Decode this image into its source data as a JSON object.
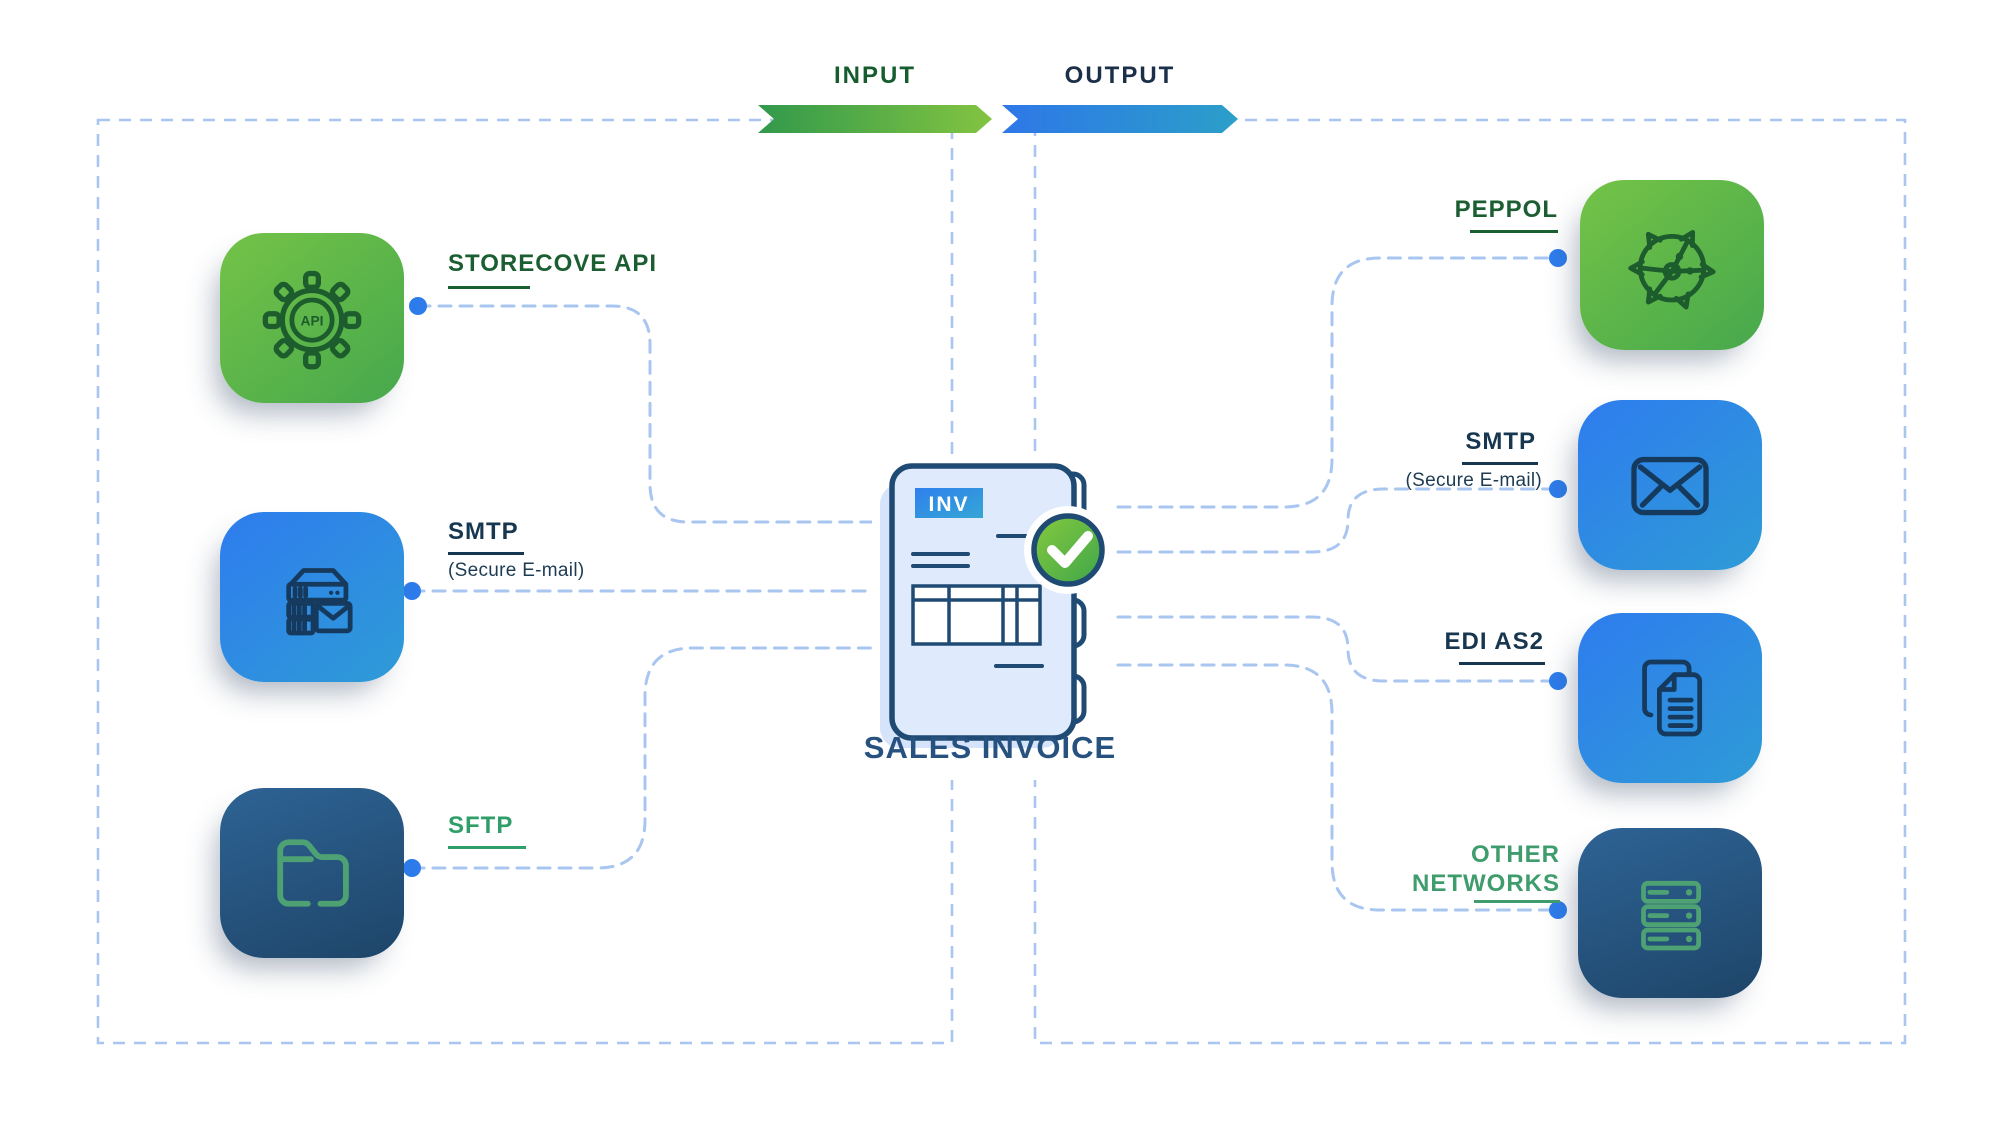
{
  "flow_banner": {
    "input_label": "INPUT",
    "output_label": "OUTPUT"
  },
  "center": {
    "badge_label": "INV",
    "title": "SALES INVOICE"
  },
  "input_channels": [
    {
      "label": "STORECOVE API",
      "icon": "api-gear-icon"
    },
    {
      "label": "SMTP",
      "sublabel": "(Secure E-mail)",
      "icon": "mail-server-icon"
    },
    {
      "label": "SFTP",
      "icon": "folder-icon"
    }
  ],
  "output_channels": [
    {
      "label": "PEPPOL",
      "icon": "network-globe-icon"
    },
    {
      "label": "SMTP",
      "sublabel": "(Secure E-mail)",
      "icon": "envelope-icon"
    },
    {
      "label": "EDI AS2",
      "icon": "documents-icon"
    },
    {
      "label": "OTHER NETWORKS",
      "icon": "server-stack-icon"
    }
  ],
  "colors": {
    "label_green_dark": "#1b5e31",
    "label_navy": "#16374f",
    "label_green_bright": "#2f9e68",
    "title_blue": "#27517f",
    "dashed_line": "#a8c6f0",
    "dot_blue": "#2e7ceb",
    "arrow_green_start": "#31994c",
    "arrow_green_end": "#83c441",
    "arrow_blue_start": "#2e77e8",
    "arrow_blue_end": "#2b9fc9",
    "tile_green_start": "#74c347",
    "tile_green_end": "#46a84c",
    "tile_blue_start": "#2e7cee",
    "tile_blue_end": "#2e9bd6",
    "tile_navy_start": "#2e6394",
    "tile_navy_end": "#1e4569"
  }
}
